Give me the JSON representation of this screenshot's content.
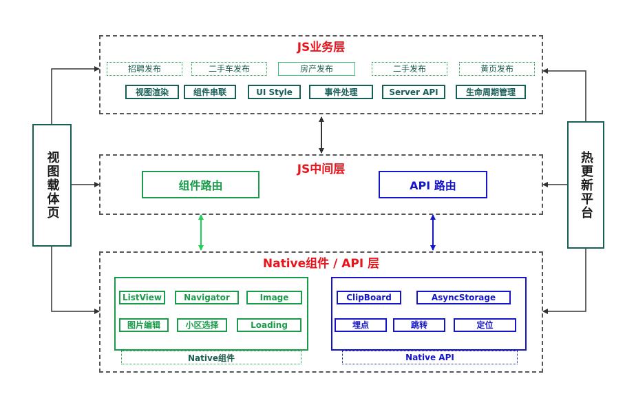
{
  "layers": {
    "business": {
      "title": "JS业务层",
      "publish_items": [
        "招聘发布",
        "二手车发布",
        "房产发布",
        "二手发布",
        "黄页发布"
      ],
      "capabilities": [
        "视图渲染",
        "组件串联",
        "UI Style",
        "事件处理",
        "Server API",
        "生命周期管理"
      ]
    },
    "middle": {
      "title": "JS中间层",
      "component_router": "组件路由",
      "api_router": "API 路由"
    },
    "native": {
      "title": "Native组件 / API 层",
      "components": [
        "ListView",
        "Navigator",
        "Image",
        "图片编辑",
        "小区选择",
        "Loading"
      ],
      "components_caption": "Native组件",
      "apis": [
        "ClipBoard",
        "AsyncStorage",
        "埋点",
        "跳转",
        "定位"
      ],
      "apis_caption": "Native API"
    }
  },
  "side": {
    "left": "视图载体页",
    "right": "热更新平台"
  },
  "colors": {
    "title_red": "#e8141b",
    "teal": "#175e57",
    "green": "#1a9c4b",
    "blue": "#1414c8",
    "dashed_border": "#555555"
  }
}
